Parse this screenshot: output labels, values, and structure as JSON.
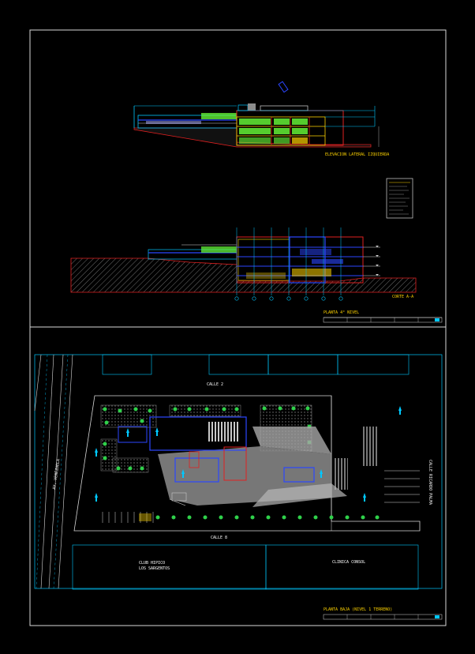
{
  "labels": {
    "elevation_title": "ELEVACION LATERAL IZQUIERDA",
    "section_title": "CORTE A-A",
    "sheet_upper_title": "PLANTA 4° NIVEL",
    "sheet_lower_title": "PLANTA BAJA (NIVEL 1 TERRENO)",
    "street_north": "CALLE 2",
    "street_south": "CALLE 8",
    "avenue_west": "AV. VENEZUELA",
    "avenue_east": "CALLE RICARDO PALMA",
    "neighbor_left_line1": "CLUB HIPICO",
    "neighbor_left_line2": "LOS SARGENTOS",
    "neighbor_right": "CLINICA CONSOL"
  },
  "colors": {
    "background": "#000000",
    "frame": "#d8d8d8",
    "cyan": "#00c8ff",
    "blue": "#2b46ff",
    "red": "#e02020",
    "yellow": "#ffd400",
    "green": "#6aff3a",
    "gray": "#8c8c8c",
    "white": "#ffffff"
  }
}
